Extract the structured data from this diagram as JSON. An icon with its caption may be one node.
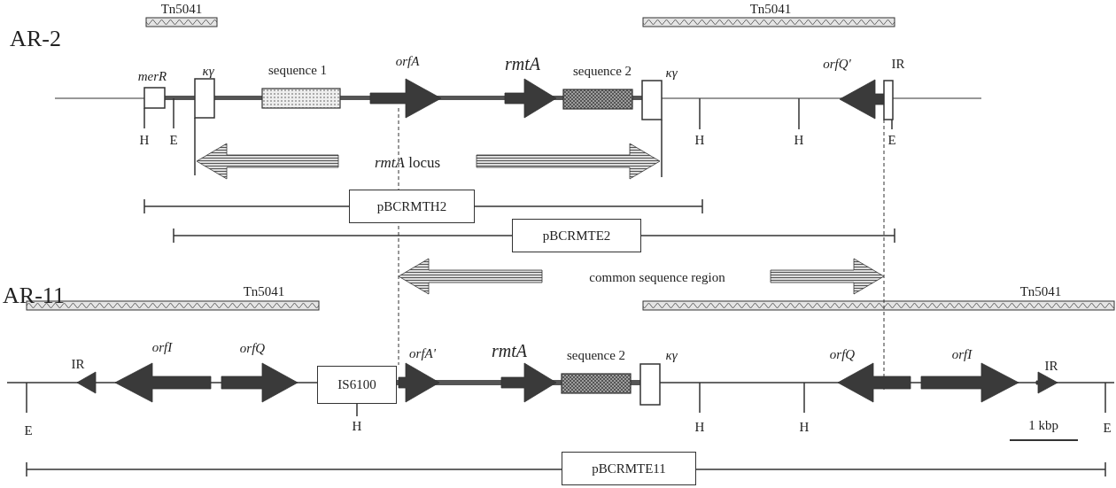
{
  "diagram": {
    "nodes": [
      {
        "text": [
          "pBCRMTH2"
        ]
      },
      {
        "text": [
          "pBCRMTE2"
        ]
      },
      {
        "text": [
          "IS6100"
        ]
      },
      {
        "text": [
          "pBCRMTE11"
        ]
      }
    ],
    "labels": [
      "AR-2",
      "Tn5041",
      "Tn5041",
      "merR",
      "κγ",
      "sequence 1",
      "orfA",
      "rmtA",
      "sequence 2",
      "κγ",
      "orfQ'",
      "IR",
      "H",
      "E",
      "H",
      "H",
      "E",
      "*rmtA* locus",
      "common sequence region",
      "AR-11",
      "Tn5041",
      "Tn5041",
      "orfI",
      "orfQ",
      "IR",
      "orfA'",
      "rmtA",
      "sequence 2",
      "κγ",
      "orfQ",
      "orfI",
      "IR",
      "E",
      "H",
      "H",
      "H",
      "1 kbp",
      "E"
    ]
  }
}
